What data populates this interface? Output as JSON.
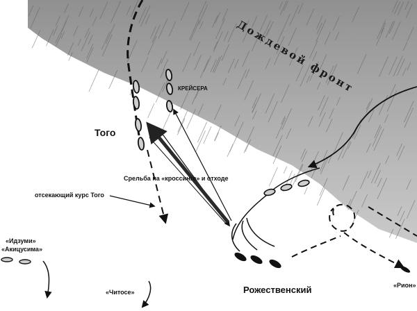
{
  "labels": {
    "weather_front": "Дождевой фронт",
    "cruisers": "КРЕЙСЕРА",
    "togo": "Того",
    "fire_note": "Срельба на «кроссинге» и отходе",
    "cutting_course": "отсекающий курс Того",
    "izumi": "«Идзуми»",
    "akitsushima": "«Акицусима»",
    "chitose": "«Читосе»",
    "rozhestvensky": "Рожественский",
    "rion": "«Рион»"
  },
  "colors": {
    "ink": "#111111",
    "rain_dark": "#6f6f6f",
    "rain_light": "#bdbdbd",
    "ship_fill": "#cfcfcf",
    "thick_line": "#222222"
  }
}
